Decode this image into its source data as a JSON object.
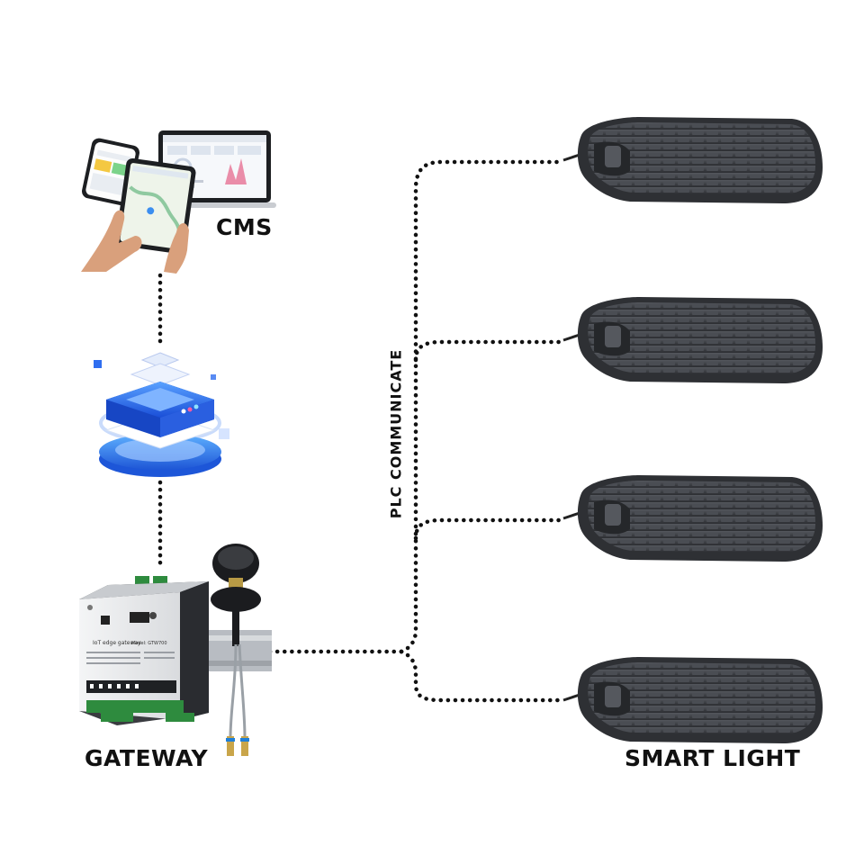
{
  "labels": {
    "cms": "CMS",
    "gateway": "GATEWAY",
    "smart_light": "SMART LIGHT",
    "plc": "PLC COMMUNICATE"
  },
  "device_text": {
    "gateway_brand": "IoT edge gateway",
    "gateway_model": "Model: GTW700"
  },
  "icons": [
    "cms-devices-icon",
    "cloud-server-icon",
    "gateway-device-icon",
    "antenna-icon",
    "street-light-icon"
  ],
  "colors": {
    "line": "#111111",
    "cloud_blue": "#1e63e6",
    "light_housing": "#3d4046",
    "gateway_body": "#e9eaec",
    "terminal_green": "#2e8b3e"
  }
}
